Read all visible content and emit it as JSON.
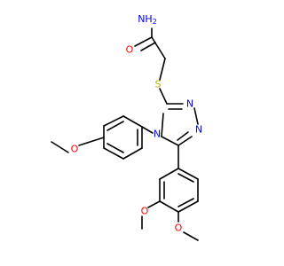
{
  "structure": {
    "atom_labels": {
      "amide_nh2": "NH",
      "amide_nh2_sub": "2",
      "amide_o": "O",
      "thioether_s": "S",
      "triazole_n4": "N",
      "triazole_n2": "N",
      "triazole_n1": "N",
      "methoxy_o_top": "O",
      "methoxy_o_bottom_left": "O",
      "methoxy_o_bottom_right": "O"
    },
    "colors": {
      "bond": "#000000",
      "nitrogen": "#0000ff",
      "oxygen": "#ff0000",
      "sulfur": "#b2b200"
    }
  }
}
